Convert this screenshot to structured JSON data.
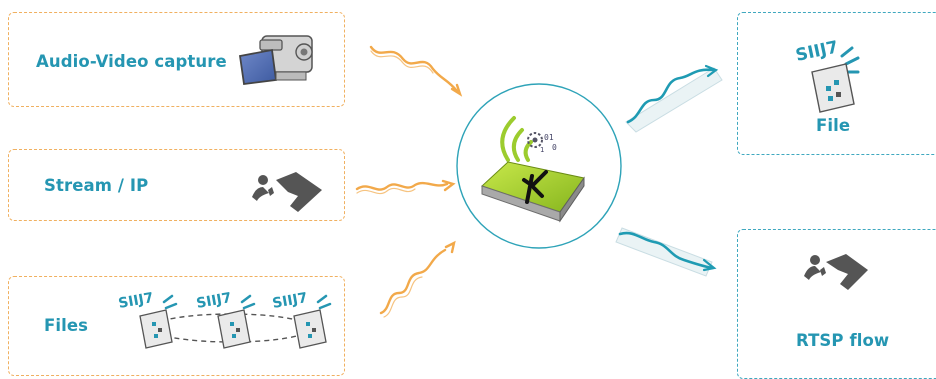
{
  "inputs": {
    "audio_video": "Audio-Video capture",
    "stream": "Stream / IP",
    "files": "Files"
  },
  "outputs": {
    "file": "File",
    "rtsp": "RTSP flow"
  },
  "colors": {
    "input_border": "#f0b060",
    "output_border": "#3fa8bf",
    "label": "#2596b2",
    "input_arrow": "#f2a94a",
    "output_arrow": "#1f9bb3",
    "device": "#9ccc2e"
  },
  "icons": {
    "camcorder": "camcorder-icon",
    "stream": "stream-icon",
    "file": "file-icon",
    "device": "encoder-device-icon"
  }
}
